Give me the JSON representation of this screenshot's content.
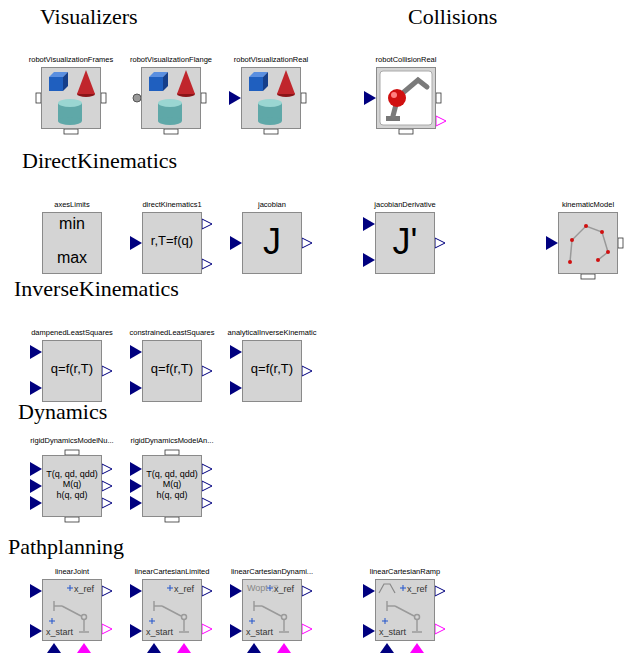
{
  "diagram": {
    "nodes": [
      {
        "text": [
          "robotVisualizationFrames"
        ]
      },
      {
        "text": [
          "robotVisualizationFlange"
        ]
      },
      {
        "text": [
          "robotVisualizationReal"
        ]
      },
      {
        "text": [
          "robotCollisionReal"
        ]
      },
      {
        "text": [
          "axesLimits",
          "min",
          "max"
        ]
      },
      {
        "text": [
          "directKinematics1",
          "r,T=f(q)"
        ]
      },
      {
        "text": [
          "jacobian",
          "J"
        ]
      },
      {
        "text": [
          "jacobianDerivative",
          "J'"
        ]
      },
      {
        "text": [
          "kinematicModel"
        ]
      },
      {
        "text": [
          "dampenedLeastSquares",
          "q=f(r,T)"
        ]
      },
      {
        "text": [
          "constrainedLeastSquares",
          "q=f(r,T)"
        ]
      },
      {
        "text": [
          "analyticalInverseKinematic",
          "q=f(r,T)"
        ]
      },
      {
        "text": [
          "rigidDynamicsModelNu...",
          "T(q, qd, qdd) M(q) h(q, qd)"
        ]
      },
      {
        "text": [
          "rigidDynamicsModelAn...",
          "T(q, qd, qdd) M(q) h(q, qd)"
        ]
      },
      {
        "text": [
          "linearJoint",
          "x_ref",
          "x_start"
        ]
      },
      {
        "text": [
          "linearCartesianLimited",
          "x_ref",
          "x_start"
        ]
      },
      {
        "text": [
          "linearCartesianDynami...",
          "Wopt",
          "x_ref",
          "x_start"
        ]
      },
      {
        "text": [
          "linearCartesianRamp",
          "x_ref",
          "x_start"
        ]
      }
    ],
    "labels": [
      "Visualizers",
      "Collisions",
      "DirectKinematics",
      "InverseKinematics",
      "Dynamics",
      "Pathplanning"
    ]
  }
}
